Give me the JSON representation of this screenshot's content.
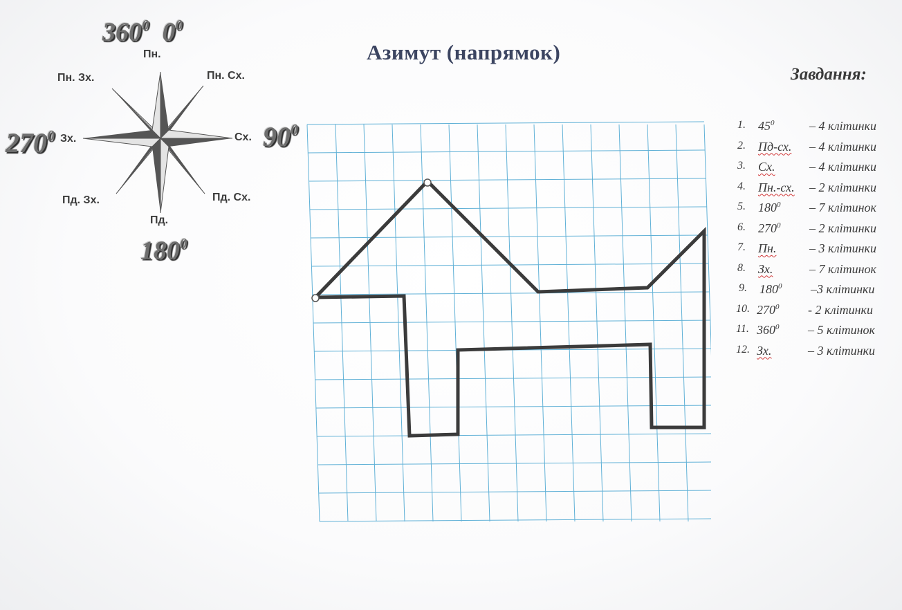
{
  "title": "Азимут (напрямок)",
  "task_heading": "Завдання:",
  "compass": {
    "directions": {
      "n": "Пн.",
      "ne": "Пн. Сх.",
      "e": "Сх.",
      "se": "Пд. Сх.",
      "s": "Пд.",
      "sw": "Пд. Зх.",
      "w": "Зх.",
      "nw": "Пн. Зх."
    },
    "degrees": {
      "north": "360",
      "north_alt": "0",
      "east": "90",
      "south": "180",
      "west": "270",
      "sup": "0"
    },
    "icon": "compass-rose-icon"
  },
  "tasks": [
    {
      "num": "1.",
      "dir": "45",
      "dir_sup": "0",
      "dist": "– 4 клітинки"
    },
    {
      "num": "2.",
      "dir": "Пд-сх.",
      "dir_sup": "",
      "dist": "– 4 клітинки"
    },
    {
      "num": "3.",
      "dir": "Сх.",
      "dir_sup": "",
      "dist": "– 4 клітинки"
    },
    {
      "num": "4.",
      "dir": "Пн.-сх.",
      "dir_sup": "",
      "dist": "– 2 клітинки"
    },
    {
      "num": "5.",
      "dir": "180",
      "dir_sup": "0",
      "dist": "– 7 клітинок"
    },
    {
      "num": "6.",
      "dir": "270",
      "dir_sup": "0",
      "dist": "– 2 клітинки"
    },
    {
      "num": "7.",
      "dir": "Пн.",
      "dir_sup": "",
      "dist": "– 3 клітинки"
    },
    {
      "num": "8.",
      "dir": "Зх.",
      "dir_sup": "",
      "dist": "– 7 клітинок"
    },
    {
      "num": "9.",
      "dir": "180",
      "dir_sup": "0",
      "dist": "–3 клітинки"
    },
    {
      "num": "10.",
      "dir": "270",
      "dir_sup": "0",
      "dist": "- 2 клітинки"
    },
    {
      "num": "11.",
      "dir": "360",
      "dir_sup": "0",
      "dist": "– 5 клітинок"
    },
    {
      "num": "12.",
      "dir": "Зх.",
      "dir_sup": "",
      "dist": "– 3 клітинки"
    }
  ],
  "colors": {
    "grid": "#5fb0d6",
    "drawing": "#3b3b3b",
    "title": "#3c4561",
    "spell_underline": "#d23a3a"
  }
}
